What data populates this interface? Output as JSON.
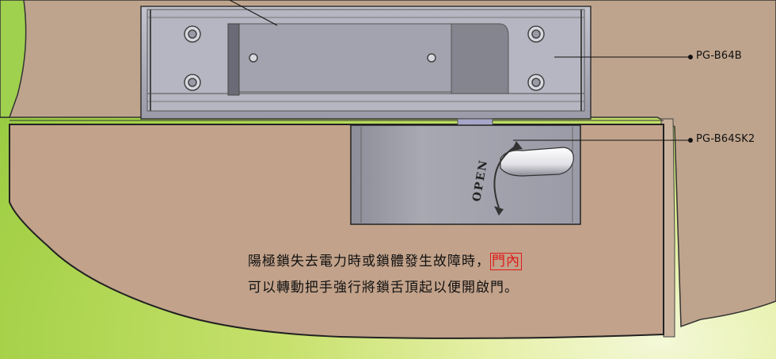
{
  "labels": {
    "lock_body": "PG-B64B",
    "bracket": "PG-B64SK2"
  },
  "knob_text": "OPEN",
  "caption": {
    "line1_main": "陽極鎖失去電力時或鎖體發生故障時，",
    "line1_highlight": "門內",
    "line2": "可以轉動把手強行將鎖舌頂起以便開啟門。"
  },
  "colors": {
    "background": "#9fd04e",
    "wood": "#c2a28a",
    "metal": "#a9a9b6",
    "highlight": "#e01a1a"
  }
}
